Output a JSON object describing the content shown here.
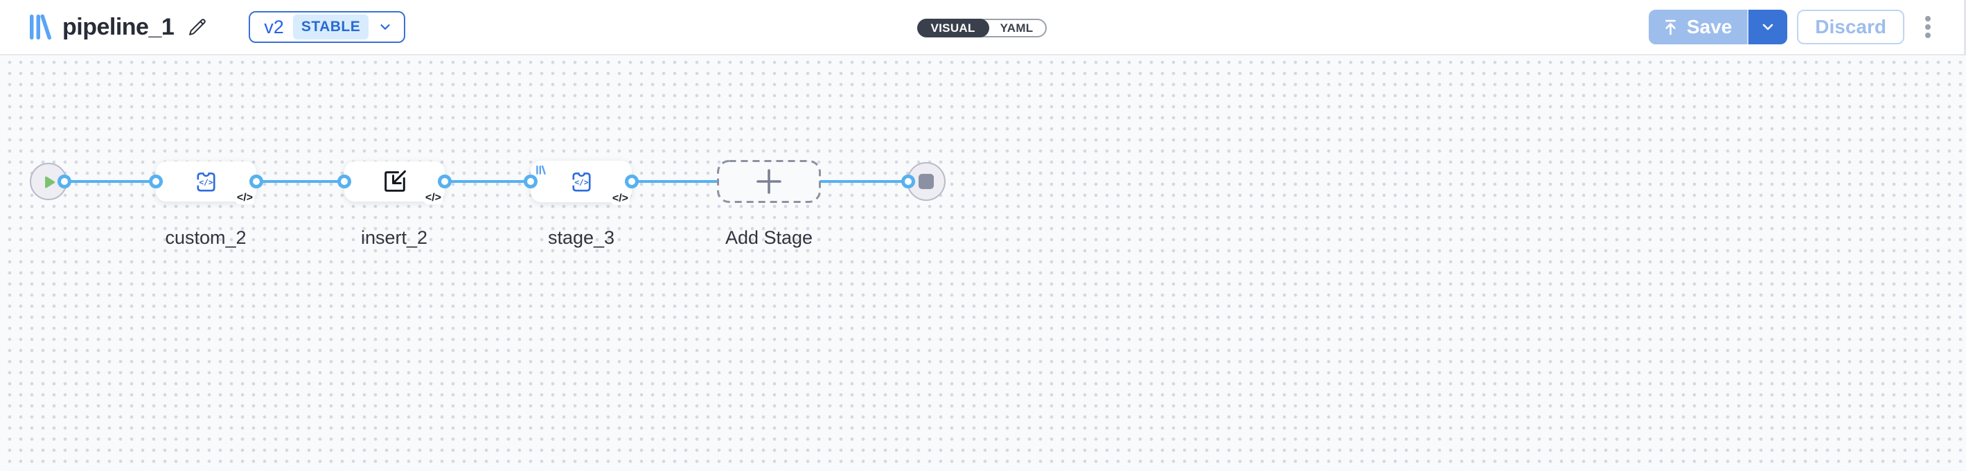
{
  "header": {
    "title": "pipeline_1",
    "version": {
      "label": "v2",
      "status": "STABLE"
    },
    "view_toggle": {
      "visual": "VISUAL",
      "yaml": "YAML",
      "active": "VISUAL"
    },
    "save_label": "Save",
    "discard_label": "Discard"
  },
  "canvas": {
    "stages": [
      {
        "label": "custom_2",
        "badge": "</>",
        "icon": "component-code-icon"
      },
      {
        "label": "insert_2",
        "badge": "</>",
        "icon": "insert-icon"
      },
      {
        "label": "stage_3",
        "badge": "</>",
        "icon": "component-code-icon",
        "marker": "brand-logo"
      },
      {
        "label": "Add Stage",
        "icon": "plus-icon"
      }
    ],
    "trigger_icon": "play-icon",
    "end_icon": "stop-icon"
  },
  "colors": {
    "edge_blue": "#57b1f0",
    "icon_blue": "#2d6cdb",
    "brand_blue": "#5aa4f8",
    "play_green": "#7bc26f",
    "stop_gray": "#8b90a3",
    "save_enabled_blue": "#3a73d6",
    "save_disabled_blue": "#9dbdec",
    "canvas_bg": "#f9fafb"
  }
}
